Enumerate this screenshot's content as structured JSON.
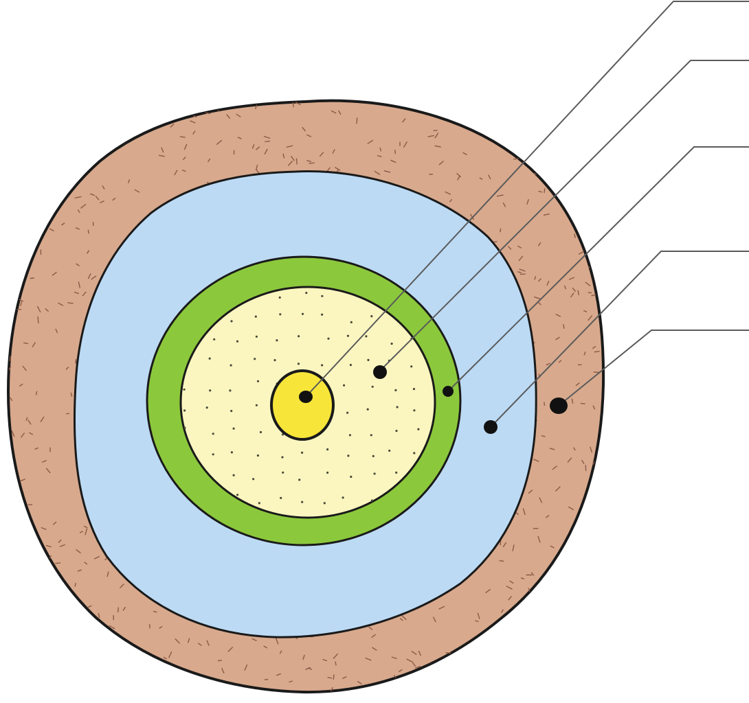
{
  "diagram": {
    "type": "concentric-layer-cross-section",
    "colors": {
      "outer_layer": "#d8a98d",
      "outer_layer_texture": "#8a5a46",
      "blue_layer": "#bcdaf4",
      "green_ring": "#8cc83c",
      "cream_core": "#fbf6c0",
      "cream_dots": "#4a4a3a",
      "center_yellow": "#f7e53a",
      "outline": "#1a1a1a",
      "leader_line": "#5a5a5a",
      "marker_dot": "#111111"
    },
    "layers": [
      {
        "id": "outer-layer",
        "label": ""
      },
      {
        "id": "blue-layer",
        "label": ""
      },
      {
        "id": "green-ring",
        "label": ""
      },
      {
        "id": "cream-core",
        "label": ""
      },
      {
        "id": "center-yellow",
        "label": ""
      }
    ],
    "callouts": [
      {
        "target": "center-yellow",
        "label": ""
      },
      {
        "target": "cream-core",
        "label": ""
      },
      {
        "target": "green-ring",
        "label": ""
      },
      {
        "target": "blue-layer",
        "label": ""
      },
      {
        "target": "outer-layer",
        "label": ""
      }
    ]
  }
}
